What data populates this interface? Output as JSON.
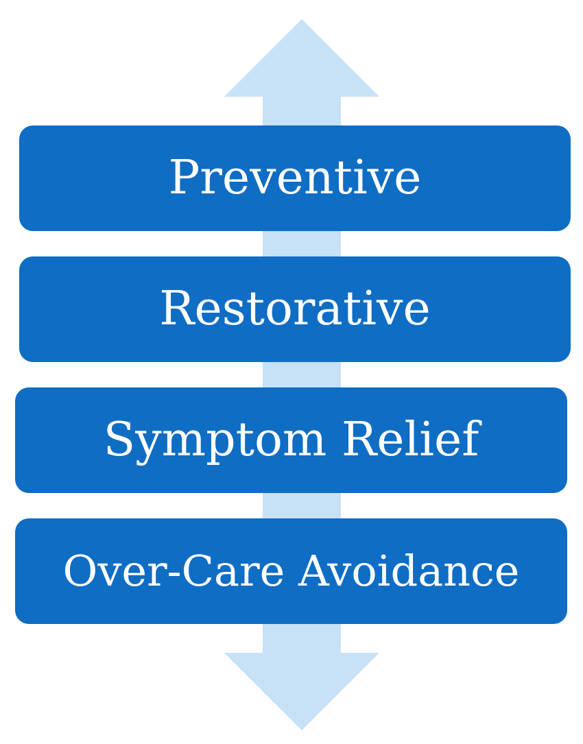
{
  "diagram": {
    "arrow_color": "#c7e1f7",
    "box_color": "#0f6dc4",
    "text_color": "#ffffff",
    "levels": [
      {
        "label": "Preventive"
      },
      {
        "label": "Restorative"
      },
      {
        "label": "Symptom Relief"
      },
      {
        "label": "Over-Care Avoidance"
      }
    ]
  }
}
